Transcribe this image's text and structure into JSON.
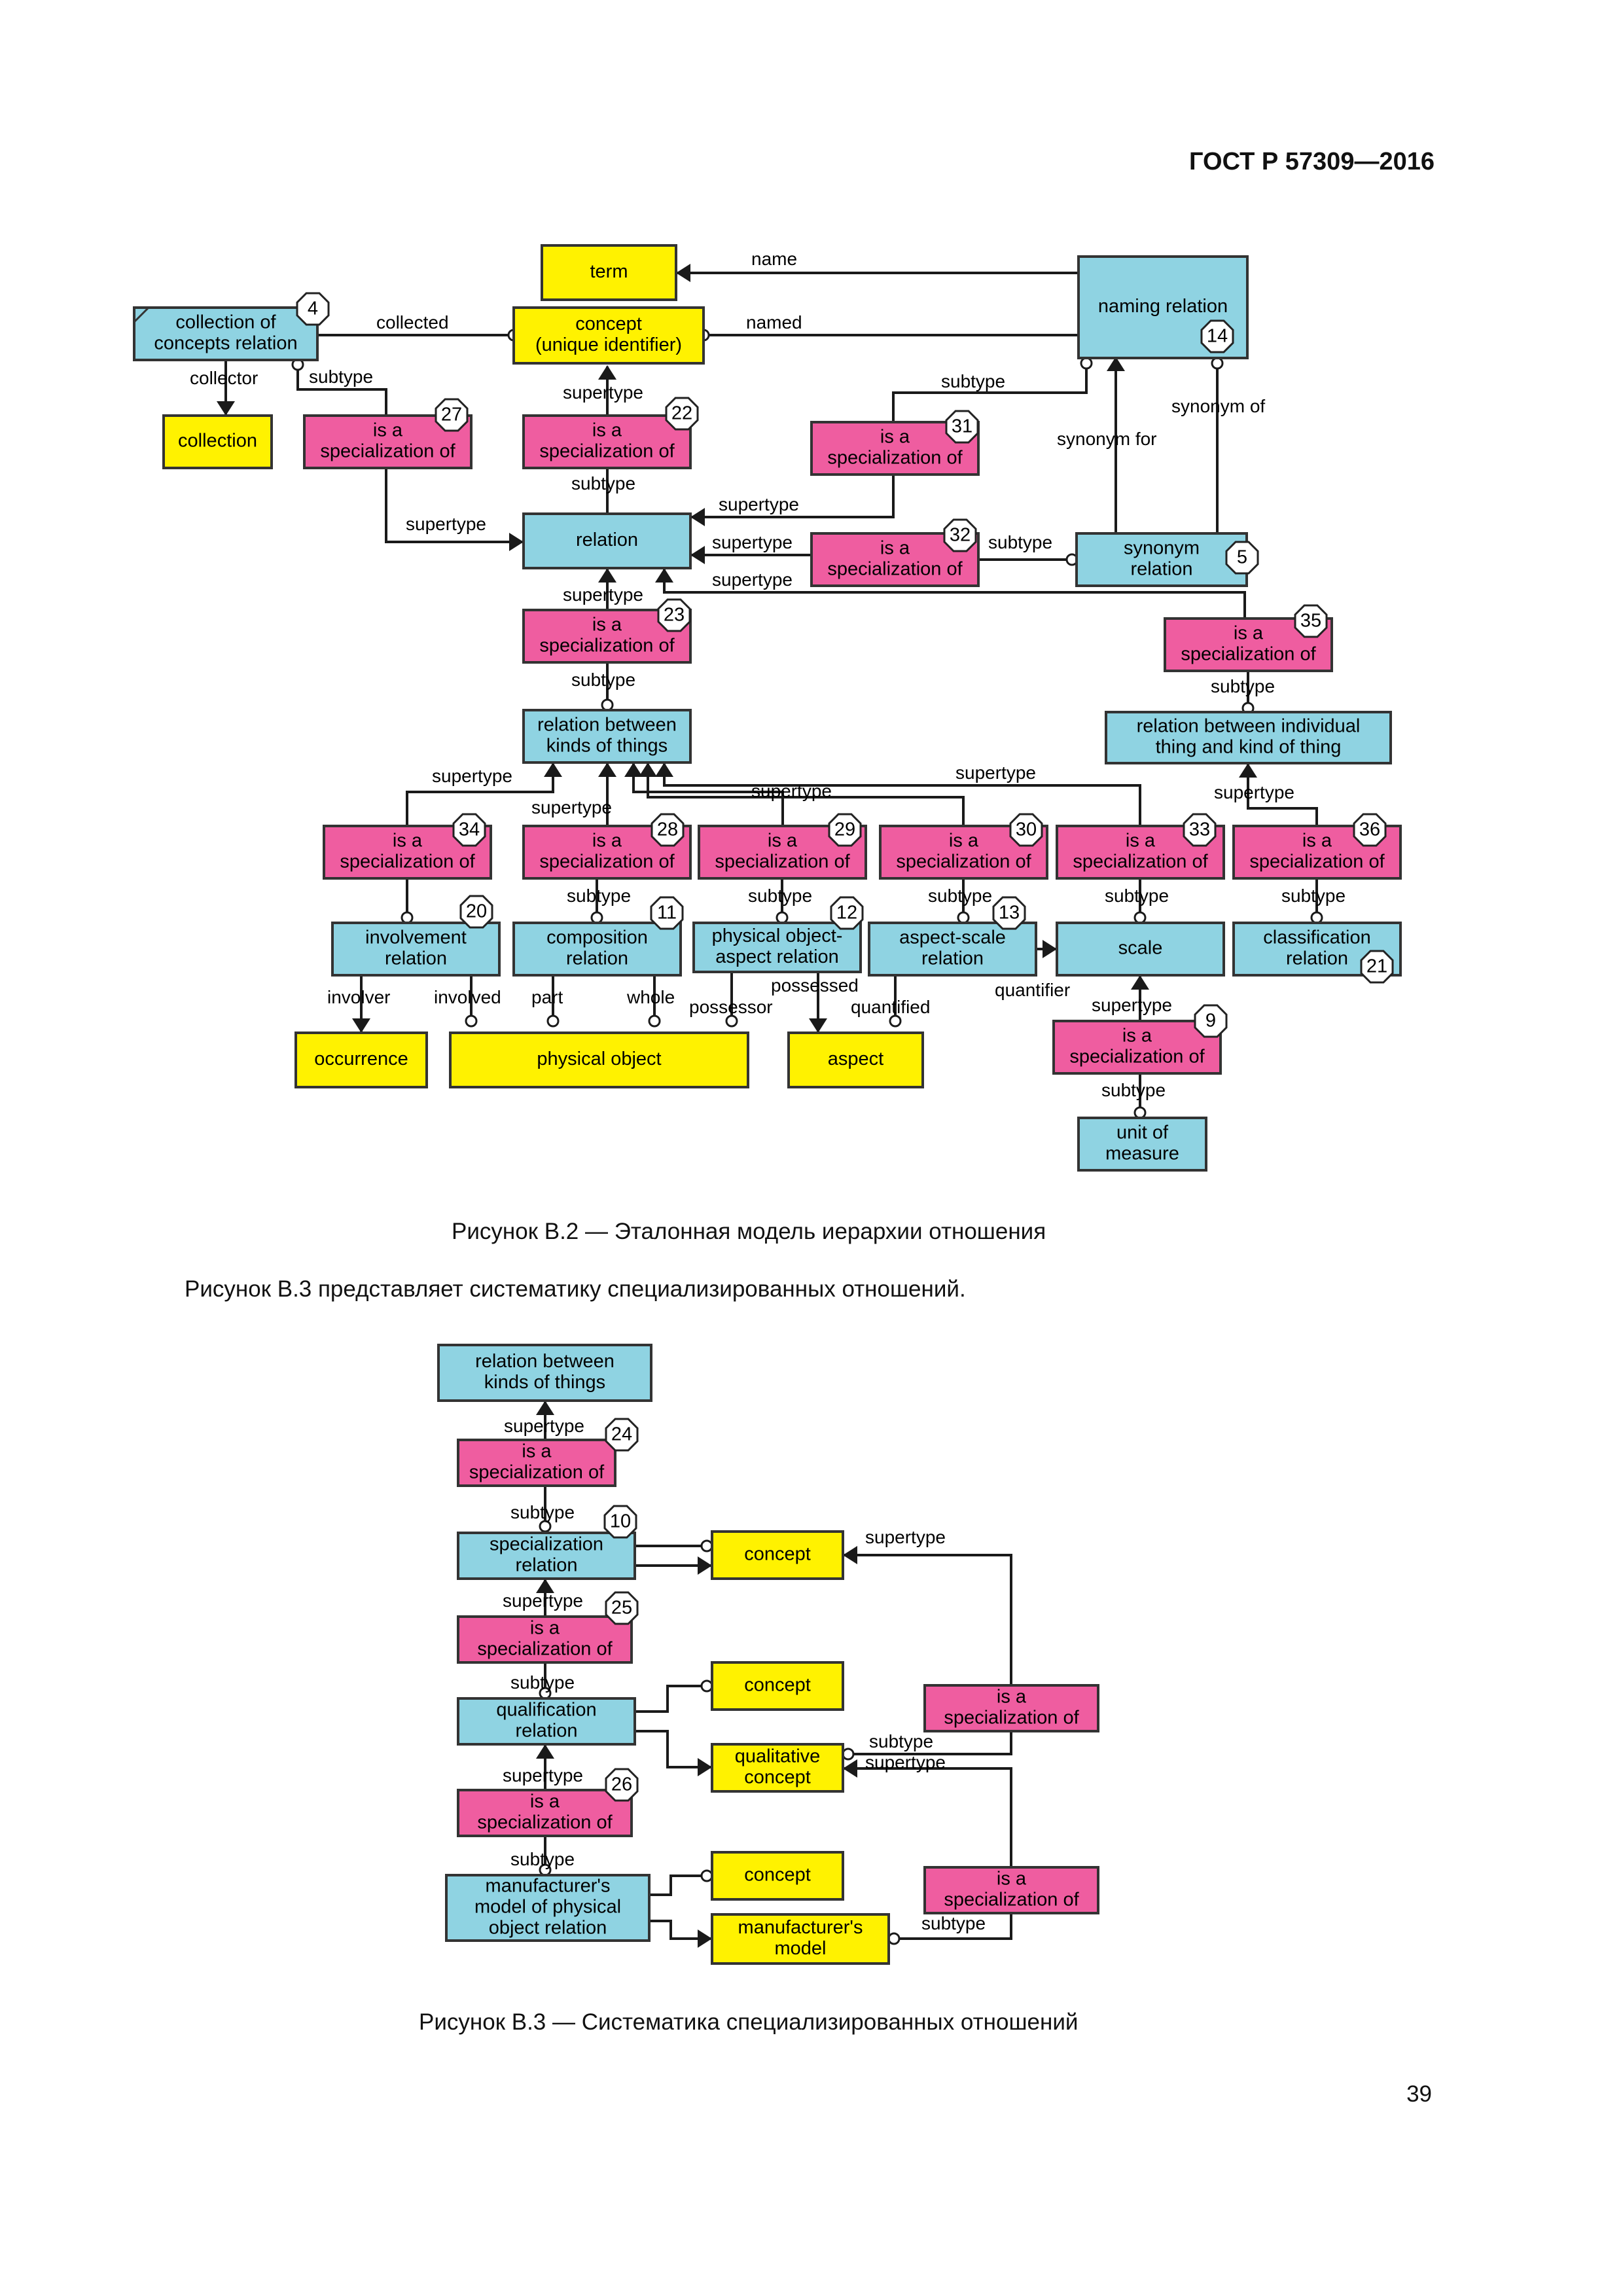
{
  "page": {
    "header": "ГОСТ Р 57309—2016",
    "page_number": "39",
    "figure_b2_caption": "Рисунок В.2 — Эталонная модель иерархии отношения",
    "paragraph": "Рисунок В.3 представляет систематику специализированных отношений.",
    "figure_b3_caption": "Рисунок В.3 — Систематика специализированных отношений"
  },
  "colors": {
    "yellow": "#fff200",
    "blue": "#8fd3e2",
    "pink": "#ef5da0"
  },
  "diagram1": {
    "boxes": [
      {
        "id": "term",
        "lines": [
          "term"
        ],
        "color": "yellow"
      },
      {
        "id": "concept",
        "lines": [
          "concept",
          "(unique identifier)"
        ],
        "color": "yellow"
      },
      {
        "id": "collection_of_concepts",
        "lines": [
          "collection of",
          "concepts relation"
        ],
        "color": "blue",
        "num": "4"
      },
      {
        "id": "collection",
        "lines": [
          "collection"
        ],
        "color": "yellow"
      },
      {
        "id": "naming_relation",
        "lines": [
          "naming relation"
        ],
        "color": "blue",
        "num": "14"
      },
      {
        "id": "spec27",
        "lines": [
          "is a",
          "specialization of"
        ],
        "color": "pink",
        "num": "27"
      },
      {
        "id": "spec22",
        "lines": [
          "is a",
          "specialization of"
        ],
        "color": "pink",
        "num": "22"
      },
      {
        "id": "spec31",
        "lines": [
          "is a",
          "specialization of"
        ],
        "color": "pink",
        "num": "31"
      },
      {
        "id": "relation",
        "lines": [
          "relation"
        ],
        "color": "blue"
      },
      {
        "id": "spec32",
        "lines": [
          "is a",
          "specialization of"
        ],
        "color": "pink",
        "num": "32"
      },
      {
        "id": "synonym_relation",
        "lines": [
          "synonym",
          "relation"
        ],
        "color": "blue",
        "num": "5"
      },
      {
        "id": "spec23",
        "lines": [
          "is a",
          "specialization of"
        ],
        "color": "pink",
        "num": "23"
      },
      {
        "id": "spec35",
        "lines": [
          "is a",
          "specialization of"
        ],
        "color": "pink",
        "num": "35"
      },
      {
        "id": "relation_kinds",
        "lines": [
          "relation between",
          "kinds of things"
        ],
        "color": "blue"
      },
      {
        "id": "relation_individual",
        "lines": [
          "relation between individual",
          "thing and kind of thing"
        ],
        "color": "blue"
      },
      {
        "id": "spec34",
        "lines": [
          "is a",
          "specialization of"
        ],
        "color": "pink",
        "num": "34"
      },
      {
        "id": "spec28",
        "lines": [
          "is a",
          "specialization of"
        ],
        "color": "pink",
        "num": "28"
      },
      {
        "id": "spec29",
        "lines": [
          "is a",
          "specialization of"
        ],
        "color": "pink",
        "num": "29"
      },
      {
        "id": "spec30",
        "lines": [
          "is a",
          "specialization of"
        ],
        "color": "pink",
        "num": "30"
      },
      {
        "id": "spec33",
        "lines": [
          "is a",
          "specialization of"
        ],
        "color": "pink",
        "num": "33"
      },
      {
        "id": "spec36",
        "lines": [
          "is a",
          "specialization of"
        ],
        "color": "pink",
        "num": "36"
      },
      {
        "id": "involvement",
        "lines": [
          "involvement",
          "relation"
        ],
        "color": "blue",
        "num": "20"
      },
      {
        "id": "composition",
        "lines": [
          "composition",
          "relation"
        ],
        "color": "blue",
        "num": "11"
      },
      {
        "id": "po_aspect",
        "lines": [
          "physical object-",
          "aspect relation"
        ],
        "color": "blue",
        "num": "12"
      },
      {
        "id": "aspect_scale",
        "lines": [
          "aspect-scale",
          "relation"
        ],
        "color": "blue",
        "num": "13"
      },
      {
        "id": "scale",
        "lines": [
          "scale"
        ],
        "color": "blue"
      },
      {
        "id": "classification",
        "lines": [
          "classification",
          "relation"
        ],
        "color": "blue",
        "num": "21"
      },
      {
        "id": "spec9",
        "lines": [
          "is a",
          "specialization of"
        ],
        "color": "pink",
        "num": "9"
      },
      {
        "id": "occurrence",
        "lines": [
          "occurrence"
        ],
        "color": "yellow"
      },
      {
        "id": "physical_object",
        "lines": [
          "physical object"
        ],
        "color": "yellow"
      },
      {
        "id": "aspect",
        "lines": [
          "aspect"
        ],
        "color": "yellow"
      },
      {
        "id": "unit_of_measure",
        "lines": [
          "unit of",
          "measure"
        ],
        "color": "blue"
      }
    ],
    "labels": [
      "name",
      "named",
      "collected",
      "collector",
      "subtype",
      "supertype",
      "synonym for",
      "synonym of",
      "involver",
      "involved",
      "part",
      "whole",
      "possessor",
      "possessed",
      "quantified",
      "quantifier"
    ]
  },
  "diagram2": {
    "boxes": [
      {
        "id": "b_relation_kinds",
        "lines": [
          "relation between",
          "kinds of things"
        ],
        "color": "blue"
      },
      {
        "id": "b_spec24",
        "lines": [
          "is a",
          "specialization of"
        ],
        "color": "pink",
        "num": "24"
      },
      {
        "id": "b_specialization_relation",
        "lines": [
          "specialization",
          "relation"
        ],
        "color": "blue",
        "num": "10"
      },
      {
        "id": "b_concept1",
        "lines": [
          "concept"
        ],
        "color": "yellow"
      },
      {
        "id": "b_spec25",
        "lines": [
          "is a",
          "specialization of"
        ],
        "color": "pink",
        "num": "25"
      },
      {
        "id": "b_qualification_relation",
        "lines": [
          "qualification",
          "relation"
        ],
        "color": "blue"
      },
      {
        "id": "b_concept2",
        "lines": [
          "concept"
        ],
        "color": "yellow"
      },
      {
        "id": "b_qualitative_concept",
        "lines": [
          "qualitative",
          "concept"
        ],
        "color": "yellow"
      },
      {
        "id": "b_spec_right1",
        "lines": [
          "is a",
          "specialization of"
        ],
        "color": "pink"
      },
      {
        "id": "b_spec26",
        "lines": [
          "is a",
          "specialization of"
        ],
        "color": "pink",
        "num": "26"
      },
      {
        "id": "b_manufacturers_model_relation",
        "lines": [
          "manufacturer's",
          "model of physical",
          "object relation"
        ],
        "color": "blue"
      },
      {
        "id": "b_concept3",
        "lines": [
          "concept"
        ],
        "color": "yellow"
      },
      {
        "id": "b_manufacturers_model",
        "lines": [
          "manufacturer's",
          "model"
        ],
        "color": "yellow"
      },
      {
        "id": "b_spec_right2",
        "lines": [
          "is a",
          "specialization of"
        ],
        "color": "pink"
      }
    ],
    "labels": [
      "supertype",
      "subtype"
    ]
  }
}
